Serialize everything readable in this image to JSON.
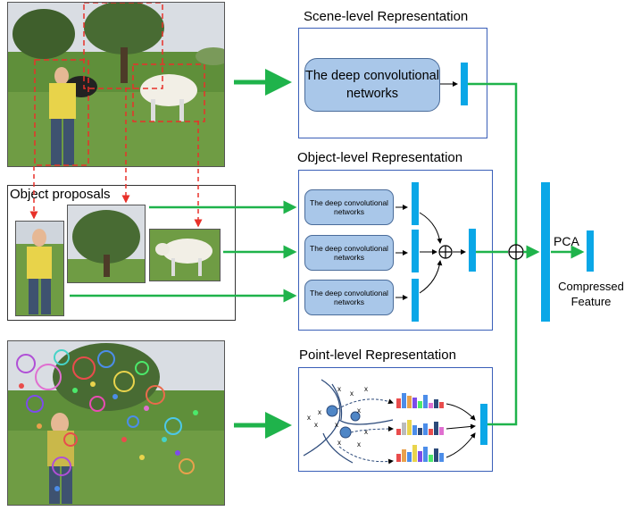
{
  "sections": {
    "scene": {
      "title": "Scene-level Representation",
      "network": "The deep convolutional networks"
    },
    "object": {
      "title": "Object-level Representation",
      "networks": [
        "The deep convolutional networks",
        "The deep convolutional networks",
        "The deep convolutional networks"
      ]
    },
    "point": {
      "title": "Point-level Representation"
    },
    "proposals": {
      "title": "Object proposals"
    }
  },
  "output": {
    "pca_label": "PCA",
    "compressed_label": "Compressed\nFeature"
  },
  "colors": {
    "arrow": "#1fb34b",
    "bar": "#0aa7e7",
    "panel_border": "#3a5fb8",
    "network_fill": "#a9c7e9",
    "proposal_dash": "#e8312a"
  }
}
